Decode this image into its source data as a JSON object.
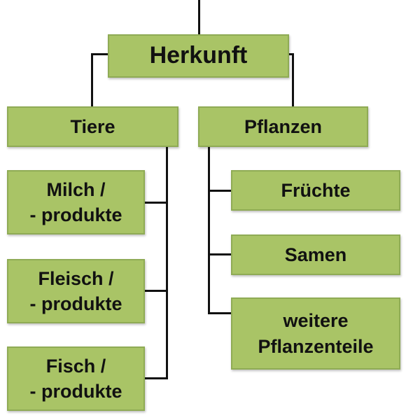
{
  "root": {
    "label": "Herkunft"
  },
  "branches": [
    {
      "label": "Tiere",
      "children": [
        {
          "line1": "Milch /",
          "line2": "- produkte"
        },
        {
          "line1": "Fleisch /",
          "line2": "- produkte"
        },
        {
          "line1": "Fisch /",
          "line2": "- produkte"
        }
      ]
    },
    {
      "label": "Pflanzen",
      "children": [
        {
          "line1": "Früchte"
        },
        {
          "line1": "Samen"
        },
        {
          "line1": "weitere",
          "line2": "Pflanzenteile"
        }
      ]
    }
  ],
  "colors": {
    "fill": "#a9c466",
    "border": "#8fab55",
    "line": "#111111"
  }
}
